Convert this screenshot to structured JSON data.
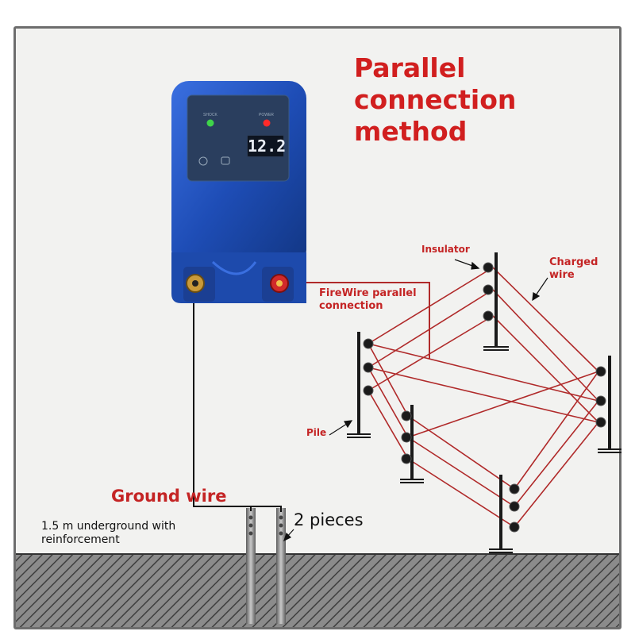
{
  "title": "Parallel\nconnection\nmethod",
  "device": {
    "shock_label": "SHOCK",
    "power_label": "POWER",
    "display_value": "12.2",
    "shock_led_color": "#3fd44a",
    "power_led_color": "#ff2a2a",
    "body_color": "#1f4fb8"
  },
  "labels": {
    "insulator": "Insulator",
    "charged_wire": "Charged\nwire",
    "firewire": "FireWire parallel\nconnection",
    "pile": "Pile",
    "ground_wire": "Ground wire",
    "underground": "1.5 m underground with\nreinforcement",
    "pieces": "2 pieces"
  },
  "colors": {
    "accent_red": "#d11f1f",
    "wire_red": "#b02a2a",
    "ground_hatch": "#4a4a4a"
  }
}
